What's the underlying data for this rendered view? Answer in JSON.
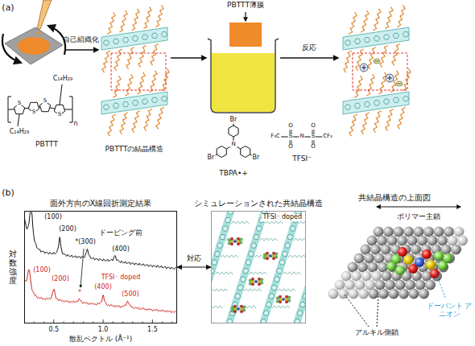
{
  "diagram": {
    "nodes": [
      {
        "text": [
          "PBTTT薄膜"
        ]
      },
      {
        "text": [
          "面外方向のX線回折測定結果"
        ]
      },
      {
        "text": [
          "シミュレーションされた共結晶構造",
          "TFSI⁻ doped"
        ]
      }
    ],
    "edges": [
      {
        "from": 1,
        "to": 2,
        "arrow": "both",
        "label": "対応"
      }
    ],
    "labels": [
      "(a)",
      "C₁₄H₂₉",
      "C₁₄H₂₉",
      "n",
      "S",
      "S",
      "S",
      "S",
      "PBTTT",
      "自己組織化",
      "PBTTTの結晶構造",
      "Br",
      "Br",
      "Br",
      "N",
      "TBPA•+",
      "F₃C",
      "S",
      "N",
      "S",
      "CF₃",
      "O",
      "O",
      "O",
      "O",
      "TFSI⁻",
      "反応",
      "(b)",
      "対数強度",
      "(100)",
      "(200)",
      "*(300)",
      "(400)",
      "ドーピング前",
      "(100)",
      "(200)",
      "*",
      "(400)",
      "(500)",
      "TFSI⁻ doped",
      "0.5",
      "1.0",
      "1.5",
      "散乱ベクトル (Å⁻¹)",
      "共結晶構造の上面図",
      "ポリマー主鎖",
      "ドーパント アニオン",
      "アルキル側鎖"
    ]
  }
}
